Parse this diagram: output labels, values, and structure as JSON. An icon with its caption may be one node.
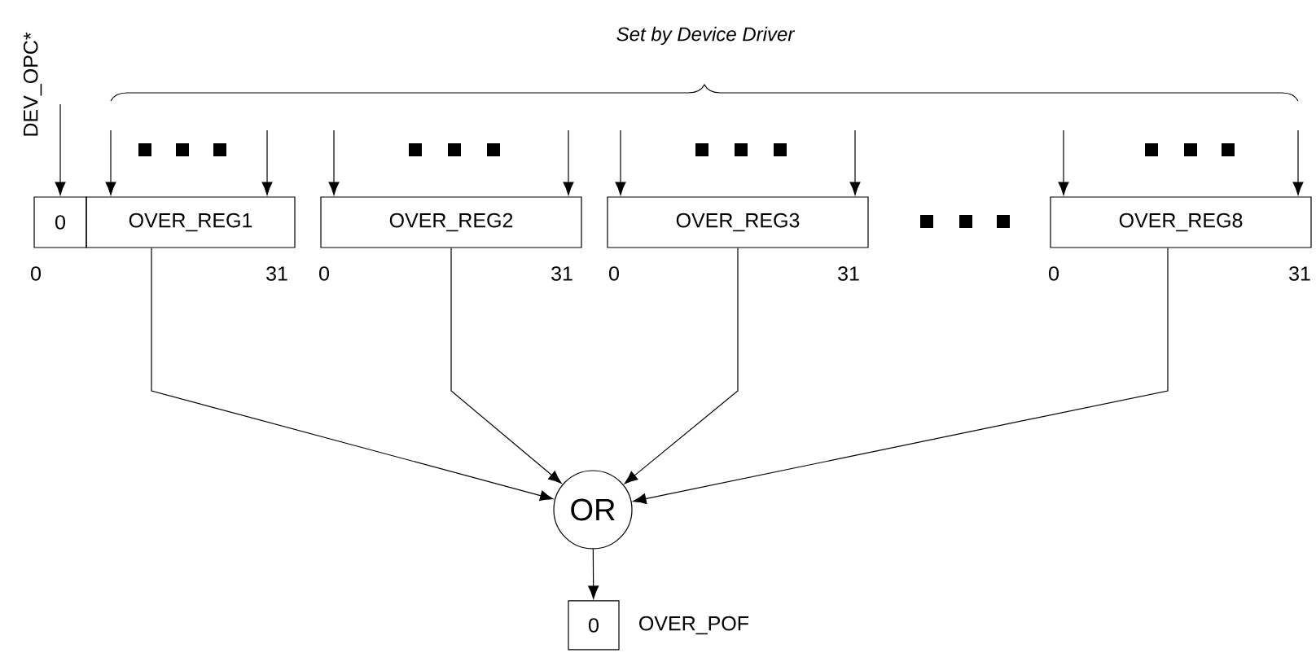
{
  "diagram": {
    "nodes": [
      {
        "text": [
          "0"
        ]
      },
      {
        "text": [
          "OVER_REG1"
        ]
      },
      {
        "text": [
          "OVER_REG2"
        ]
      },
      {
        "text": [
          "OVER_REG3"
        ]
      },
      {
        "text": [
          "OVER_REG8"
        ]
      },
      {
        "text": [
          "OR"
        ]
      },
      {
        "text": [
          "0"
        ],
        "beside": [
          "OVER_POF"
        ]
      },
      {
        "text": [
          "DEV_OPC*"
        ]
      }
    ],
    "edges": [
      {
        "from": 7,
        "to": 0,
        "arrow": "to"
      },
      {
        "from": null,
        "to": 1,
        "arrow": "to"
      },
      {
        "from": null,
        "to": 1,
        "arrow": "to"
      },
      {
        "from": null,
        "to": 2,
        "arrow": "to"
      },
      {
        "from": null,
        "to": 2,
        "arrow": "to"
      },
      {
        "from": null,
        "to": 3,
        "arrow": "to"
      },
      {
        "from": null,
        "to": 3,
        "arrow": "to"
      },
      {
        "from": null,
        "to": 4,
        "arrow": "to"
      },
      {
        "from": null,
        "to": 4,
        "arrow": "to"
      },
      {
        "from": 1,
        "to": 5,
        "arrow": "to"
      },
      {
        "from": 2,
        "to": 5,
        "arrow": "to"
      },
      {
        "from": 3,
        "to": 5,
        "arrow": "to"
      },
      {
        "from": 4,
        "to": 5,
        "arrow": "to"
      },
      {
        "from": 5,
        "to": 6,
        "arrow": "to"
      }
    ],
    "labels": [
      "Set by Device Driver",
      "0",
      "31",
      "0",
      "31",
      "0",
      "31",
      "0",
      "31"
    ]
  }
}
